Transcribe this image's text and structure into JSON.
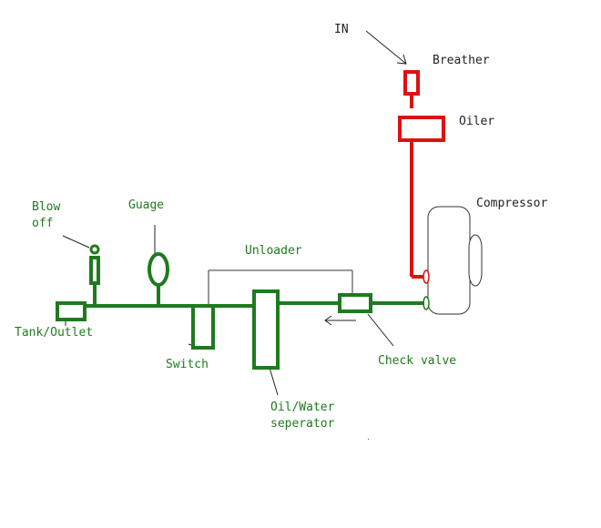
{
  "colors": {
    "air_intake_line": "#dd1111",
    "air_supply_line": "#1f7a1f",
    "outline": "#333333",
    "label_dark": "#222222",
    "label_green": "#1f7a1f"
  },
  "labels": {
    "in": "IN",
    "breather": "Breather",
    "oiler": "Oiler",
    "compressor": "Compressor",
    "blow_off_line1": "Blow",
    "blow_off_line2": "off",
    "guage": "Guage",
    "unloader": "Unloader",
    "tank_outlet": "Tank/Outlet",
    "switch": "Switch",
    "check_valve": "Check valve",
    "oil_water_line1": "Oil/Water",
    "oil_water_line2": "seperator"
  }
}
